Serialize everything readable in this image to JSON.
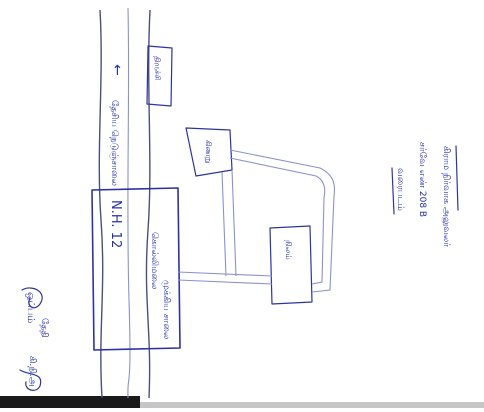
{
  "sketch": {
    "highway_label": "N.H. 12",
    "direction_arrow": "←",
    "top_destination": "திருச்சி",
    "road_caption": "தேசிய நெடுஞ்சாலை",
    "junction_box_label": "கொல்லிமலை",
    "junction_box_sublabel": "முக்கிய சாலை",
    "small_box_label": "கிணறு",
    "lower_box_label": "நிலம்",
    "title_word": "வரைபடம்",
    "survey_line": "சர்வே எண் 208 B",
    "sign_line": "கிராம நிர்வாக அலுவலர்",
    "corner_note_1": "ஒப்பம்",
    "corner_note_2": "தேதி",
    "corner_note_3": "கி.நி.அ"
  },
  "colors": {
    "ink": "#2c34a0",
    "paper": "#ffffff",
    "scan_shadow": "#1a1a1a"
  }
}
